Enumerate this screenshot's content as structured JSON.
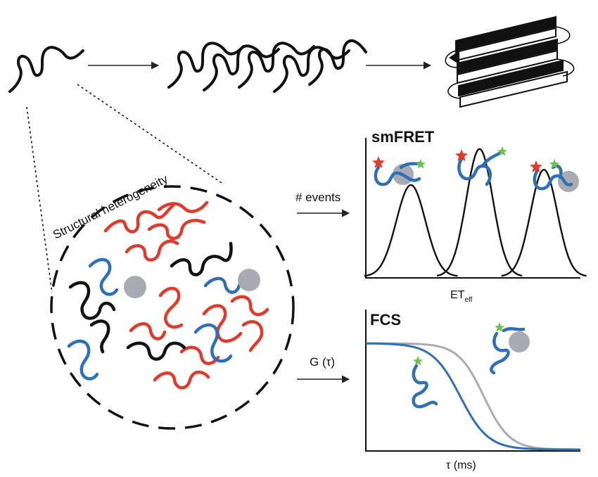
{
  "labels": {
    "structural_heterogeneity": "Structural heterogeneity",
    "events_arrow": "# events",
    "g_tau_arrow": "G (τ)",
    "smfret_title": "smFRET",
    "fcs_title": "FCS",
    "et_main": "ET",
    "et_sub": "eff",
    "tau_axis": "τ (ms)"
  },
  "colors": {
    "black_chain": "#111111",
    "red_chain": "#e03a2c",
    "blue_chain": "#2e6fb6",
    "ligand": "#a8abb3",
    "fcs_grey_curve": "#a8abb3",
    "red_star": "#e53a2a",
    "green_star": "#6cc24a"
  },
  "chart_data": [
    {
      "type": "line",
      "title": "smFRET",
      "xlabel": "ET_eff",
      "ylabel": "# events",
      "grid": false,
      "peaks": [
        {
          "center": 0.21,
          "width": 0.068,
          "height": 0.66
        },
        {
          "center": 0.53,
          "width": 0.062,
          "height": 0.92
        },
        {
          "center": 0.83,
          "width": 0.062,
          "height": 0.77
        }
      ]
    },
    {
      "type": "line",
      "title": "FCS",
      "xlabel": "τ (ms)",
      "ylabel": "G (τ)",
      "grid": false,
      "series": [
        {
          "color": "blue",
          "half_decay": 0.44,
          "slope": 0.065
        },
        {
          "color": "grey",
          "half_decay": 0.55,
          "slope": 0.06
        }
      ]
    }
  ]
}
